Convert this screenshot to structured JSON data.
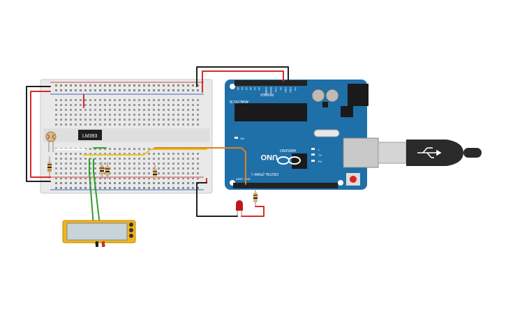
{
  "components": {
    "ic": {
      "label": "LM393"
    },
    "arduino": {
      "model": "UNO",
      "brand": "ARDUINO",
      "header_power": "POWER",
      "header_analog": "ANALOG IN",
      "header_digital": "DIGITAL (PWM~)",
      "power_pins": [
        "IOREF",
        "RESET",
        "3.3V",
        "5V",
        "GND",
        "GND",
        "Vin"
      ],
      "analog_pins": [
        "A0",
        "A1",
        "A2",
        "A3",
        "A4",
        "A5"
      ],
      "led_tx": "TX",
      "led_rx": "RX",
      "led_on": "ON",
      "led_l": "L",
      "aref": "AREF",
      "gnd": "GND"
    }
  },
  "colors": {
    "wire_black": "#1f1f1f",
    "wire_red": "#d62a2a",
    "wire_yellow": "#e8c51c",
    "wire_orange": "#e07f1c",
    "wire_green": "#2f9e2f",
    "arduino_board": "#1f6fa8",
    "breadboard": "#ececec",
    "multimeter_body": "#f2b41a",
    "led_red": "#c0171b",
    "usb_connector": "#2a2a2a"
  }
}
